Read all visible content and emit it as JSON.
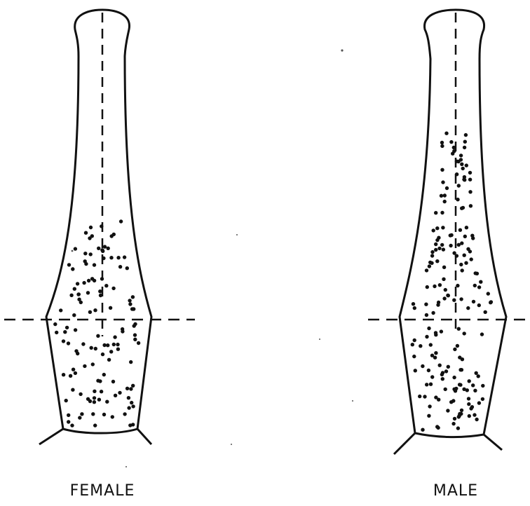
{
  "figure": {
    "panels": [
      {
        "id": "female",
        "label": "FEMALE",
        "dot_region": "lower"
      },
      {
        "id": "male",
        "label": "MALE",
        "dot_region": "extended"
      }
    ],
    "colors": {
      "ink": "#111111",
      "background": "#ffffff"
    }
  }
}
